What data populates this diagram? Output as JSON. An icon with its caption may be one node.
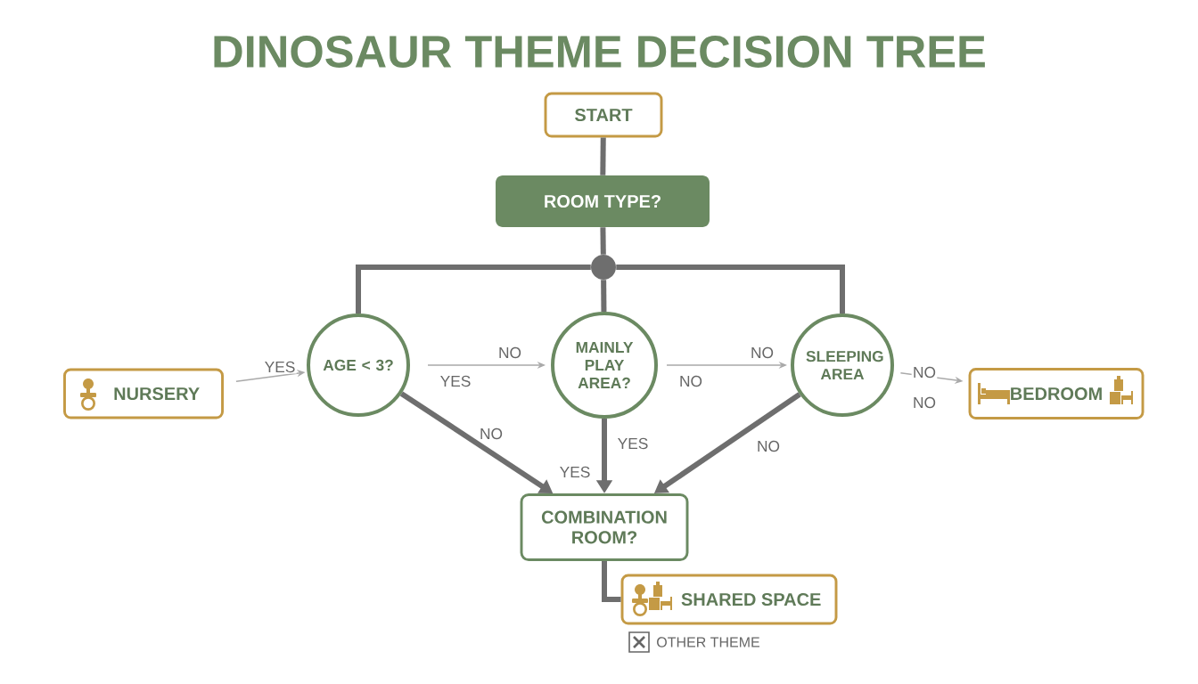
{
  "diagram": {
    "title": "DINOSAUR THEME DECISION TREE",
    "nodes": [
      {
        "text": [
          "START"
        ]
      },
      {
        "text": [
          "ROOM TYPE?"
        ]
      },
      {
        "text": [],
        "shape": "circle"
      },
      {
        "text": [
          "NURSERY"
        ]
      },
      {
        "text": [
          "AGE < 3?"
        ]
      },
      {
        "text": [
          "MAINLY PLAY AREA?"
        ]
      },
      {
        "text": [
          "SLEEPING AREA"
        ]
      },
      {
        "text": [
          "BEDROOM"
        ]
      },
      {
        "text": [
          "COMBINATION ROOM?"
        ]
      },
      {
        "text": [
          "SHARED SPACE"
        ]
      }
    ],
    "edges": [
      {
        "from": 0,
        "to": 1,
        "arrow": "none"
      },
      {
        "from": 1,
        "to": 2,
        "arrow": "none"
      },
      {
        "from": 2,
        "to": 4,
        "arrow": "none"
      },
      {
        "from": 2,
        "to": 5,
        "arrow": "none"
      },
      {
        "from": 2,
        "to": 6,
        "arrow": "none"
      },
      {
        "from": 3,
        "to": 4,
        "arrow": "to",
        "label": "YES",
        "color": "#a9a9a9"
      },
      {
        "from": 4,
        "to": 5,
        "arrow": "to",
        "label": "NO",
        "color": "#a9a9a9"
      },
      {
        "from": 5,
        "to": 6,
        "arrow": "to",
        "label": "NO",
        "color": "#a9a9a9"
      },
      {
        "from": 6,
        "to": 7,
        "arrow": "to",
        "label": "NO",
        "color": "#a9a9a9"
      },
      {
        "from": 4,
        "to": 8,
        "arrow": "to",
        "label": "NO"
      },
      {
        "from": 5,
        "to": 8,
        "arrow": "to",
        "label": "YES"
      },
      {
        "from": 6,
        "to": 8,
        "arrow": "to",
        "label": "NO"
      },
      {
        "from": 8,
        "to": 9,
        "arrow": "none"
      }
    ],
    "labels": [
      "YES",
      "NO",
      "NO",
      "YES",
      "OTHER THEME"
    ]
  }
}
